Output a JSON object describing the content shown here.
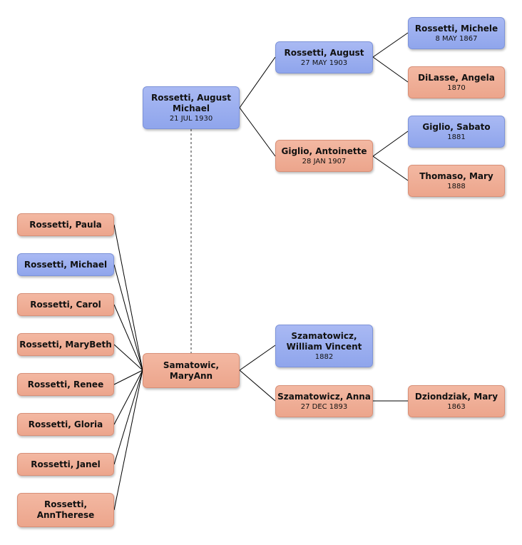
{
  "people": {
    "august_michael": {
      "name": "Rossetti, August Michael",
      "date": "21 JUL 1930",
      "sex": "male"
    },
    "maryann": {
      "name": "Samatowic, MaryAnn",
      "date": "",
      "sex": "female"
    },
    "august": {
      "name": "Rossetti, August",
      "date": "27 MAY 1903",
      "sex": "male"
    },
    "antoinette": {
      "name": "Giglio, Antoinette",
      "date": "28 JAN 1907",
      "sex": "female"
    },
    "michele": {
      "name": "Rossetti, Michele",
      "date": "8 MAY 1867",
      "sex": "male"
    },
    "angela": {
      "name": "DiLasse, Angela",
      "date": "1870",
      "sex": "female"
    },
    "sabato": {
      "name": "Giglio, Sabato",
      "date": "1881",
      "sex": "male"
    },
    "thomaso": {
      "name": "Thomaso, Mary",
      "date": "1888",
      "sex": "female"
    },
    "william": {
      "name": "Szamatowicz, William Vincent",
      "date": "1882",
      "sex": "male"
    },
    "anna": {
      "name": "Szamatowicz, Anna",
      "date": "27 DEC 1893",
      "sex": "female"
    },
    "dziondziak": {
      "name": "Dziondziak, Mary",
      "date": "1863",
      "sex": "female"
    },
    "paula": {
      "name": "Rossetti, Paula",
      "date": "",
      "sex": "female"
    },
    "michael": {
      "name": "Rossetti, Michael",
      "date": "",
      "sex": "male"
    },
    "carol": {
      "name": "Rossetti, Carol",
      "date": "",
      "sex": "female"
    },
    "marybeth": {
      "name": "Rossetti, MaryBeth",
      "date": "",
      "sex": "female"
    },
    "renee": {
      "name": "Rossetti, Renee",
      "date": "",
      "sex": "female"
    },
    "gloria": {
      "name": "Rossetti, Gloria",
      "date": "",
      "sex": "female"
    },
    "janel": {
      "name": "Rossetti, Janel",
      "date": "",
      "sex": "female"
    },
    "anntherese": {
      "name": "Rossetti, AnnTherese",
      "date": "",
      "sex": "female"
    }
  },
  "colors": {
    "male": "#98acef",
    "female": "#efac94",
    "line": "#000000"
  }
}
